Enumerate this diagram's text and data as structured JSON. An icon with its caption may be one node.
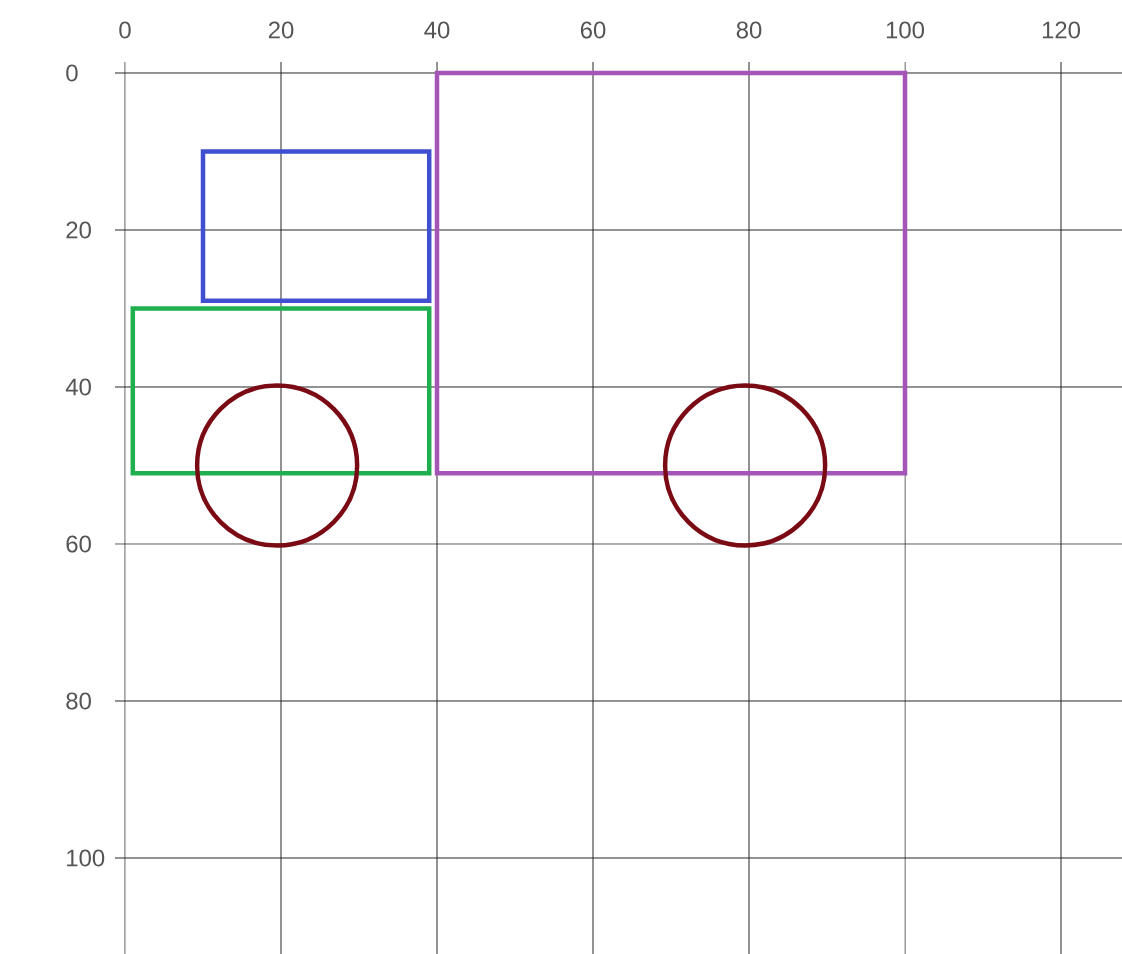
{
  "diagram": {
    "labels": [
      "0",
      "20",
      "40",
      "60",
      "80",
      "100",
      "120",
      "0",
      "20",
      "40",
      "60",
      "80",
      "100"
    ]
  }
}
